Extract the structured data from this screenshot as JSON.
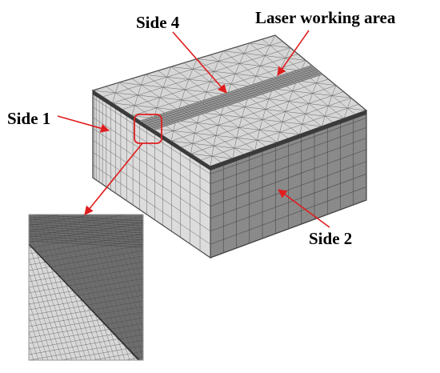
{
  "labels": {
    "side4": "Side 4",
    "laser_area": "Laser working area",
    "side1": "Side 1",
    "side2": "Side 2"
  },
  "colors": {
    "top_face": "#d6d6d6",
    "front_face": "#7f7f7f",
    "left_face": "#dcdcdc",
    "mesh_line": "#555555",
    "inset_dark": "#6d6d6d",
    "inset_light": "#d8d8d8",
    "annotation_arrow": "#e01e1e",
    "callout_box": "#e01e1e"
  }
}
